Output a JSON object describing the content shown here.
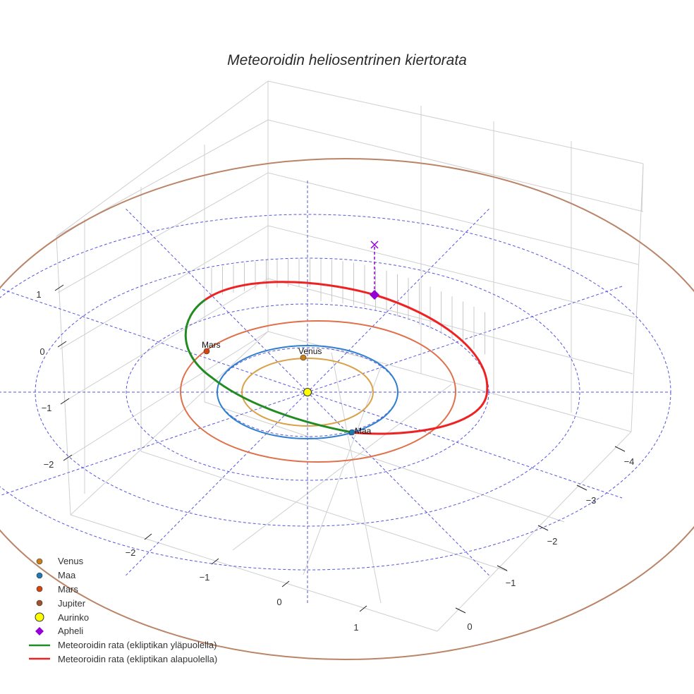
{
  "chart_data": {
    "type": "scatter3d",
    "title": "Meteoroidin heliosentrinen kiertorata",
    "axes": {
      "x": {
        "ticks": [
          "−2",
          "−1",
          "0",
          "1"
        ]
      },
      "y": {
        "ticks": [
          "−4",
          "−3",
          "−2",
          "−1",
          "0"
        ]
      },
      "z": {
        "ticks": [
          "1",
          "0",
          "−1",
          "−2"
        ]
      }
    },
    "planets": [
      {
        "name": "Venus",
        "color": "#c87f1a",
        "orbit_color": "#d9a24a",
        "orbit_radius_au": 0.72
      },
      {
        "name": "Maa",
        "color": "#1f77b4",
        "orbit_color": "#2f7fd0",
        "orbit_radius_au": 1.0
      },
      {
        "name": "Mars",
        "color": "#d2450e",
        "orbit_color": "#e0704a",
        "orbit_radius_au": 1.52
      },
      {
        "name": "Jupiter",
        "color": "#a0522d",
        "orbit_color": "#b98468",
        "orbit_radius_au": 5.2
      }
    ],
    "sun": {
      "name": "Aurinko",
      "color": "#ffff00"
    },
    "aphelion": {
      "name": "Apheli",
      "color": "#9400d3"
    },
    "orbit_above": {
      "name": "Meteoroidin rata (ekliptikan yläpuolella)",
      "color": "#228b22"
    },
    "orbit_below": {
      "name": "Meteoroidin rata (ekliptikan alapuolella)",
      "color": "#ee2222"
    },
    "reference_grid_color": "#5555dd",
    "legend_position": "bottom-left",
    "legend": [
      {
        "label": "Venus",
        "symbol": "circle",
        "color": "#c87f1a"
      },
      {
        "label": "Maa",
        "symbol": "circle",
        "color": "#1f77b4"
      },
      {
        "label": "Mars",
        "symbol": "circle",
        "color": "#d2450e"
      },
      {
        "label": "Jupiter",
        "symbol": "circle",
        "color": "#a0522d"
      },
      {
        "label": "Aurinko",
        "symbol": "circle-large",
        "color": "#ffff00"
      },
      {
        "label": "Apheli",
        "symbol": "diamond",
        "color": "#9400d3"
      },
      {
        "label": "Meteoroidin rata (ekliptikan yläpuolella)",
        "symbol": "line",
        "color": "#228b22"
      },
      {
        "label": "Meteoroidin rata (ekliptikan alapuolella)",
        "symbol": "line",
        "color": "#ee2222"
      }
    ]
  }
}
